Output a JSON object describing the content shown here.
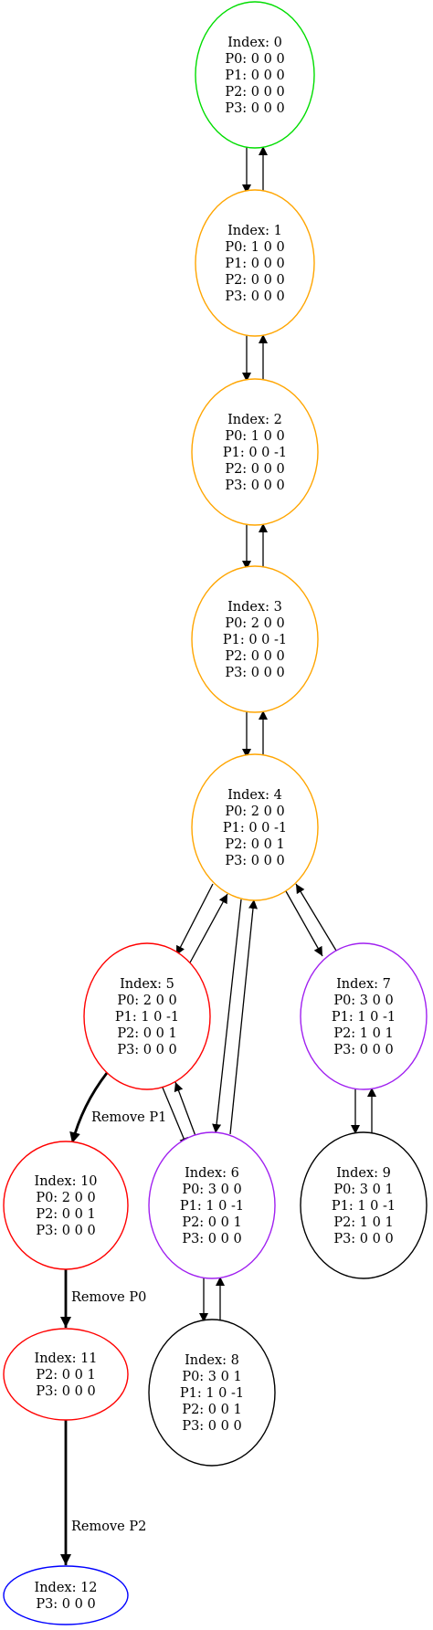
{
  "colors": {
    "start": "#00dd00",
    "explore": "#ffa500",
    "remove": "#ff0000",
    "alt": "#a020f0",
    "leaf": "#000000",
    "final": "#0000ff",
    "edge": "#000000"
  },
  "nodes": [
    {
      "id": "n0",
      "lines": [
        "Index: 0",
        "P0: 0 0 0",
        "P1: 0 0 0",
        "P2: 0 0 0",
        "P3: 0 0 0"
      ],
      "color": "start"
    },
    {
      "id": "n1",
      "lines": [
        "Index: 1",
        "P0: 1 0 0",
        "P1: 0 0 0",
        "P2: 0 0 0",
        "P3: 0 0 0"
      ],
      "color": "explore"
    },
    {
      "id": "n2",
      "lines": [
        "Index: 2",
        "P0: 1 0 0",
        "P1: 0 0 -1",
        "P2: 0 0 0",
        "P3: 0 0 0"
      ],
      "color": "explore"
    },
    {
      "id": "n3",
      "lines": [
        "Index: 3",
        "P0: 2 0 0",
        "P1: 0 0 -1",
        "P2: 0 0 0",
        "P3: 0 0 0"
      ],
      "color": "explore"
    },
    {
      "id": "n4",
      "lines": [
        "Index: 4",
        "P0: 2 0 0",
        "P1: 0 0 -1",
        "P2: 0 0 1",
        "P3: 0 0 0"
      ],
      "color": "explore"
    },
    {
      "id": "n5",
      "lines": [
        "Index: 5",
        "P0: 2 0 0",
        "P1: 1 0 -1",
        "P2: 0 0 1",
        "P3: 0 0 0"
      ],
      "color": "remove"
    },
    {
      "id": "n7",
      "lines": [
        "Index: 7",
        "P0: 3 0 0",
        "P1: 1 0 -1",
        "P2: 1 0 1",
        "P3: 0 0 0"
      ],
      "color": "alt"
    },
    {
      "id": "n10",
      "lines": [
        "Index: 10",
        "P0: 2 0 0",
        "P2: 0 0 1",
        "P3: 0 0 0"
      ],
      "color": "remove"
    },
    {
      "id": "n6",
      "lines": [
        "Index: 6",
        "P0: 3 0 0",
        "P1: 1 0 -1",
        "P2: 0 0 1",
        "P3: 0 0 0"
      ],
      "color": "alt"
    },
    {
      "id": "n9",
      "lines": [
        "Index: 9",
        "P0: 3 0 1",
        "P1: 1 0 -1",
        "P2: 1 0 1",
        "P3: 0 0 0"
      ],
      "color": "leaf"
    },
    {
      "id": "n11",
      "lines": [
        "Index: 11",
        "P2: 0 0 1",
        "P3: 0 0 0"
      ],
      "color": "remove"
    },
    {
      "id": "n8",
      "lines": [
        "Index: 8",
        "P0: 3 0 1",
        "P1: 1 0 -1",
        "P2: 0 0 1",
        "P3: 0 0 0"
      ],
      "color": "leaf"
    },
    {
      "id": "n12",
      "lines": [
        "Index: 12",
        "P3: 0 0 0"
      ],
      "color": "final"
    }
  ],
  "edges": [
    {
      "from": "n0",
      "to": "n1"
    },
    {
      "from": "n1",
      "to": "n0"
    },
    {
      "from": "n1",
      "to": "n2"
    },
    {
      "from": "n2",
      "to": "n1"
    },
    {
      "from": "n2",
      "to": "n3"
    },
    {
      "from": "n3",
      "to": "n2"
    },
    {
      "from": "n3",
      "to": "n4"
    },
    {
      "from": "n4",
      "to": "n3"
    },
    {
      "from": "n4",
      "to": "n5"
    },
    {
      "from": "n5",
      "to": "n4"
    },
    {
      "from": "n4",
      "to": "n6"
    },
    {
      "from": "n6",
      "to": "n4"
    },
    {
      "from": "n4",
      "to": "n7"
    },
    {
      "from": "n7",
      "to": "n4"
    },
    {
      "from": "n5",
      "to": "n6"
    },
    {
      "from": "n6",
      "to": "n5"
    },
    {
      "from": "n7",
      "to": "n9"
    },
    {
      "from": "n9",
      "to": "n7"
    },
    {
      "from": "n6",
      "to": "n8"
    },
    {
      "from": "n8",
      "to": "n6"
    },
    {
      "from": "n5",
      "to": "n10",
      "label": "Remove P1",
      "bold": true
    },
    {
      "from": "n10",
      "to": "n11",
      "label": "Remove P0",
      "bold": true
    },
    {
      "from": "n11",
      "to": "n12",
      "label": "Remove P2",
      "bold": true
    }
  ]
}
